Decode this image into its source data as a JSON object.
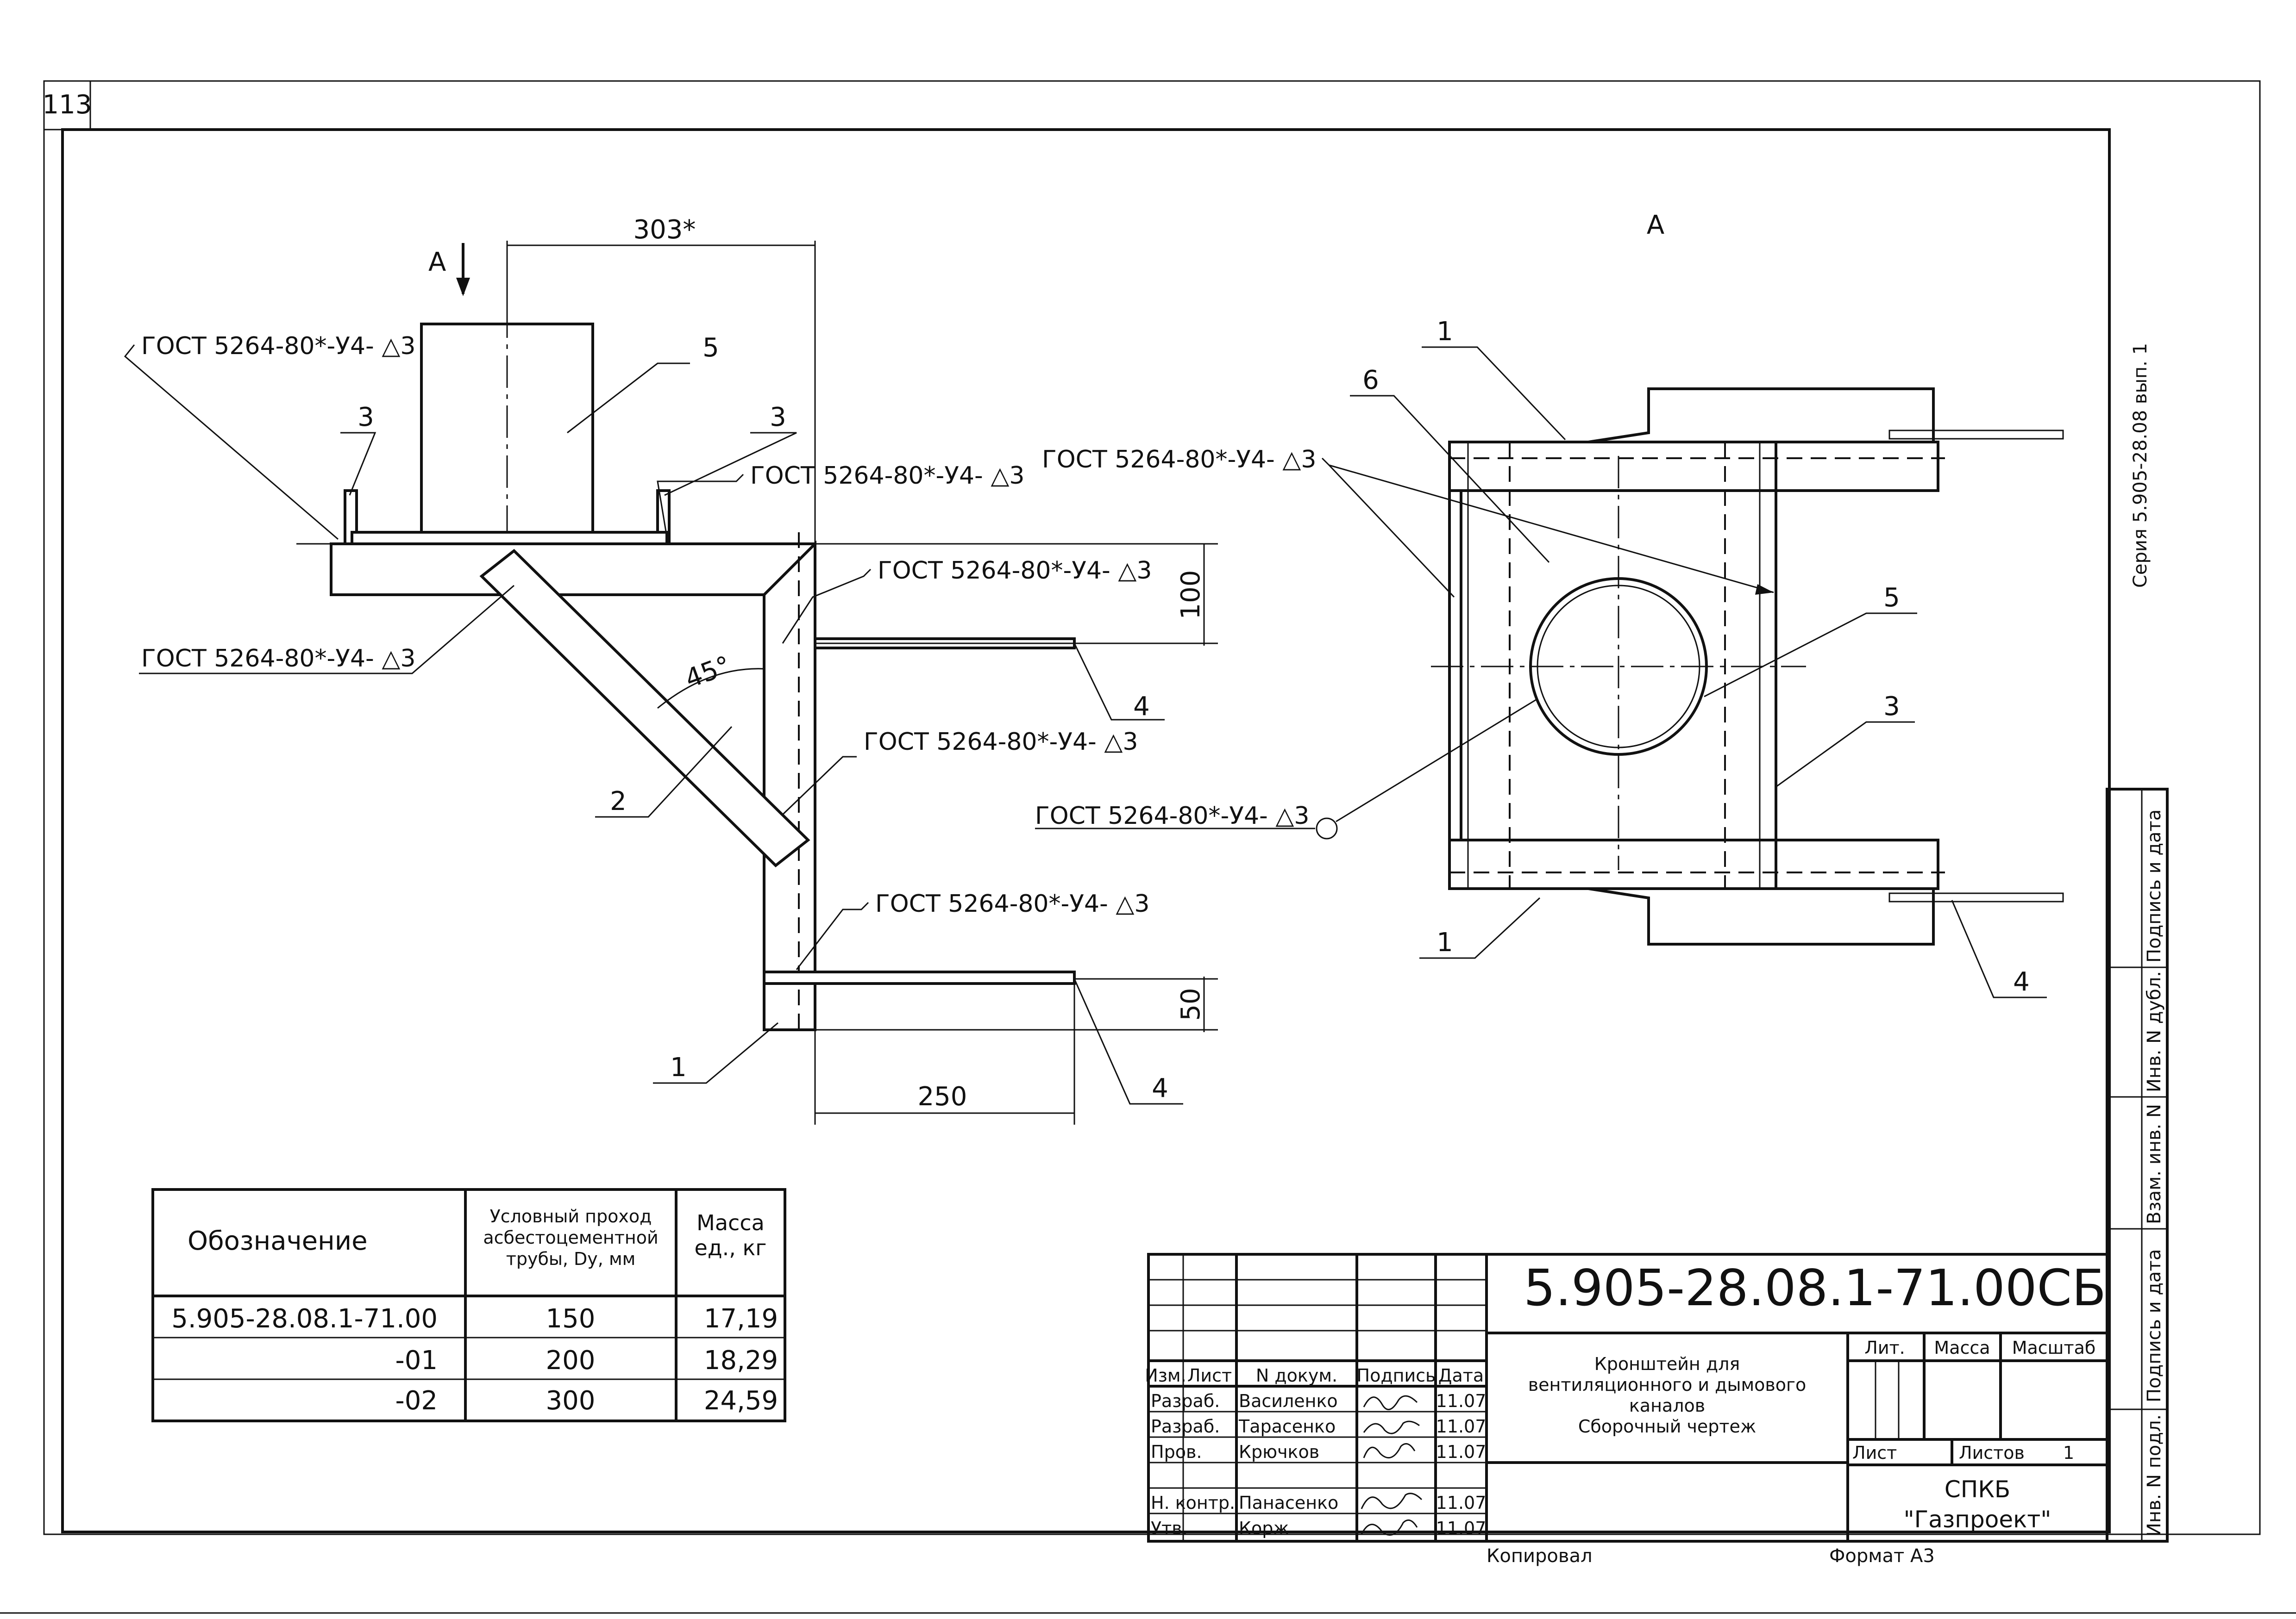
{
  "sheet": {
    "page_number": "113",
    "series_label": "Серия 5.905-28.08 вып. 1",
    "bottom_copy": "Копировал",
    "bottom_format": "Формат А3"
  },
  "side_stamp": [
    "Инв. N подл.",
    "Подпись и дата",
    "Взам. инв. N",
    "Инв. N дубл.",
    "Подпись и дата"
  ],
  "drawing": {
    "section_label": "А",
    "view_a_label": "А",
    "weld_note": "ГОСТ 5264-80*-У4- △3",
    "dim_303": "303*",
    "dim_100": "100",
    "dim_50": "50",
    "dim_250": "250",
    "angle": "45°",
    "positions": {
      "p1": "1",
      "p2": "2",
      "p3": "3",
      "p4": "4",
      "p5": "5",
      "p6": "6"
    }
  },
  "spec_table": {
    "headers": [
      "Обозначение",
      "Условный проход асбестоцементной трубы, Dy, мм",
      "Масса ед., кг"
    ],
    "rows": [
      [
        "5.905-28.08.1-71.00",
        "150",
        "17,19"
      ],
      [
        "-01",
        "200",
        "18,29"
      ],
      [
        "-02",
        "300",
        "24,59"
      ]
    ]
  },
  "title_block": {
    "doc_number": "5.905-28.08.1-71.00СБ",
    "title_lines": [
      "Кронштейн для",
      "вентиляционного и дымового",
      "каналов",
      "Сборочный чертеж"
    ],
    "col_headers": [
      "Изм.",
      "Лист",
      "N докум.",
      "Подпись",
      "Дата"
    ],
    "staff": [
      {
        "role": "Разраб.",
        "name": "Василенко",
        "date": "11.07"
      },
      {
        "role": "Разраб.",
        "name": "Тарасенко",
        "date": "11.07"
      },
      {
        "role": "Пров.",
        "name": "Крючков",
        "date": "11.07"
      },
      {
        "role": "Н. контр.",
        "name": "Панасенко",
        "date": "11.07"
      },
      {
        "role": "Утв.",
        "name": "Корж",
        "date": "11.07"
      }
    ],
    "lit": "Лит.",
    "mass": "Масса",
    "scale": "Масштаб",
    "sheet": "Лист",
    "sheets": "Листов",
    "sheets_count": "1",
    "org_line1": "СПКБ",
    "org_line2": "\"Газпроект\""
  }
}
